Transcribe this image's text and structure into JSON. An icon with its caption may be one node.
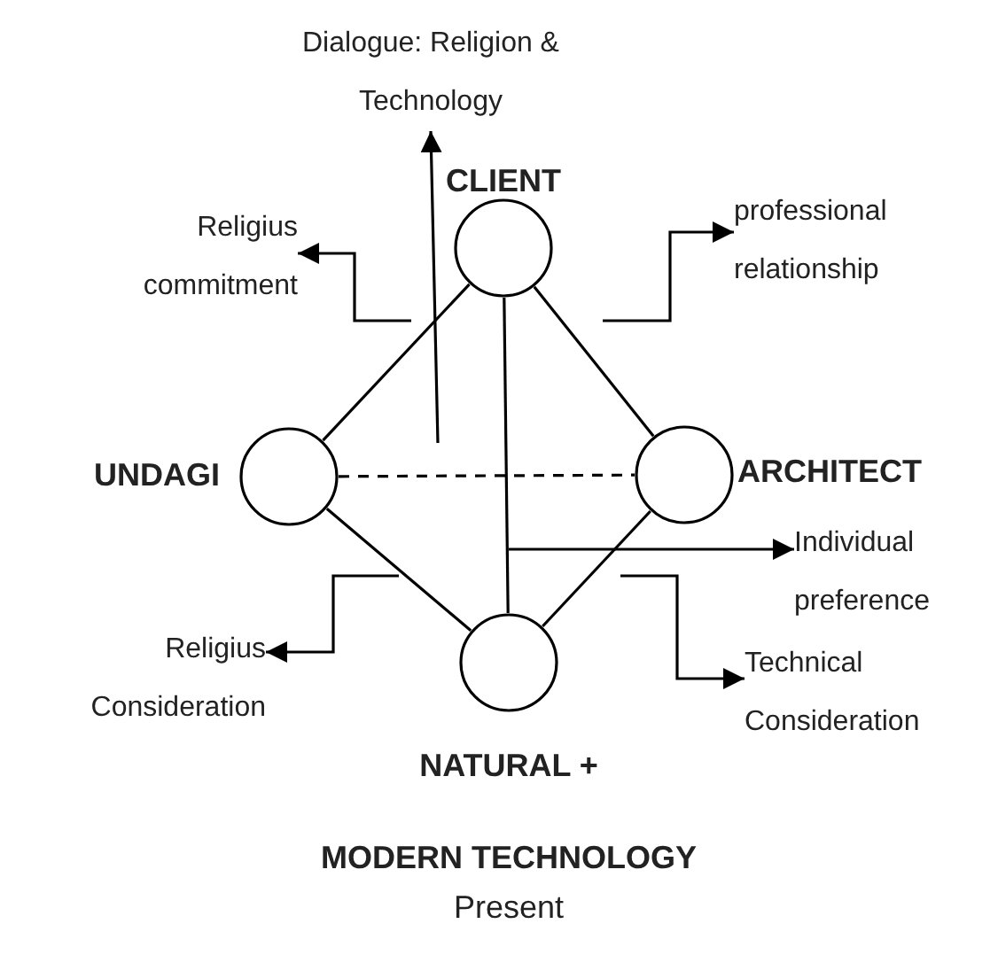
{
  "diagram": {
    "nodes": [
      {
        "text": [
          "Dialogue: Religion & Technology"
        ]
      },
      {
        "text": [
          "CLIENT"
        ]
      },
      {
        "text": [
          "Religius commitment"
        ]
      },
      {
        "text": [
          "professional relationship"
        ]
      },
      {
        "text": [
          "UNDAGI"
        ]
      },
      {
        "text": [
          "ARCHITECT"
        ]
      },
      {
        "text": [
          "Individual preference"
        ]
      },
      {
        "text": [
          "Religius Consideration"
        ]
      },
      {
        "text": [
          "NATURAL +",
          "MODERN TECHNOLOGY"
        ]
      },
      {
        "text": [
          "Technical Consideration"
        ]
      }
    ],
    "edges": [
      {
        "from": 1,
        "to": 4,
        "arrow": "none"
      },
      {
        "from": 1,
        "to": 5,
        "arrow": "none"
      },
      {
        "from": 1,
        "to": 8,
        "arrow": "none"
      },
      {
        "from": 4,
        "to": 5,
        "arrow": "none",
        "style": "dashed"
      },
      {
        "from": 4,
        "to": 8,
        "arrow": "none"
      },
      {
        "from": 5,
        "to": 8,
        "arrow": "none"
      },
      {
        "from": null,
        "to": 0,
        "arrow": "to"
      },
      {
        "from": null,
        "to": 2,
        "arrow": "to"
      },
      {
        "from": null,
        "to": 3,
        "arrow": "to"
      },
      {
        "from": null,
        "to": 6,
        "arrow": "to"
      },
      {
        "from": null,
        "to": 7,
        "arrow": "to"
      },
      {
        "from": null,
        "to": 9,
        "arrow": "to"
      }
    ],
    "labels": [
      "Present"
    ]
  }
}
